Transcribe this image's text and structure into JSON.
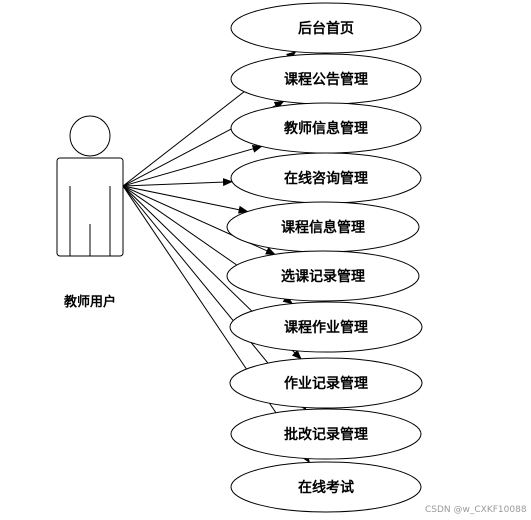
{
  "actor": {
    "label": "教师用户"
  },
  "use_cases": [
    {
      "label": "后台首页"
    },
    {
      "label": "课程公告管理"
    },
    {
      "label": "教师信息管理"
    },
    {
      "label": "在线咨询管理"
    },
    {
      "label": "课程信息管理"
    },
    {
      "label": "选课记录管理"
    },
    {
      "label": "课程作业管理"
    },
    {
      "label": "作业记录管理"
    },
    {
      "label": "批改记录管理"
    },
    {
      "label": "在线考试"
    }
  ],
  "watermark": "CSDN @w_CXKF10088",
  "colors": {
    "stroke": "#000000",
    "background": "#ffffff",
    "watermark": "#9a9a9a"
  }
}
